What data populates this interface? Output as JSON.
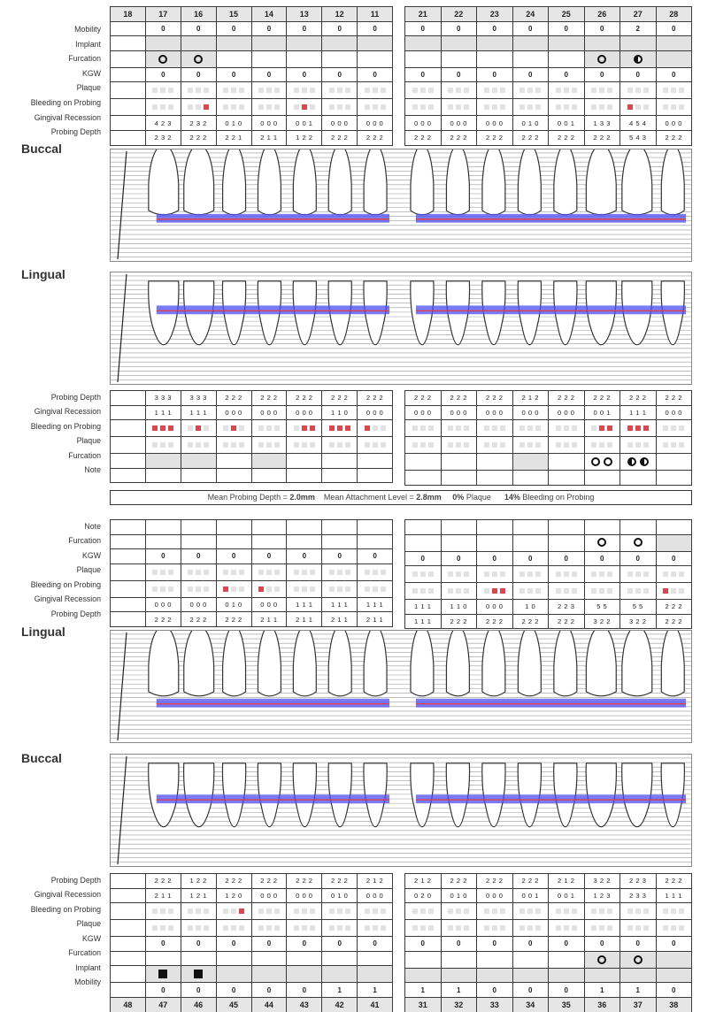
{
  "upper_labels": [
    "Mobility",
    "Implant",
    "Furcation",
    "KGW",
    "Plaque",
    "Bleeding on Probing",
    "Gingival Recession",
    "Probing Depth"
  ],
  "upper_teeth_left": [
    "18",
    "17",
    "16",
    "15",
    "14",
    "13",
    "12",
    "11"
  ],
  "upper_teeth_right": [
    "21",
    "22",
    "23",
    "24",
    "25",
    "26",
    "27",
    "28"
  ],
  "upper_mobility": [
    "",
    "0",
    "0",
    "0",
    "0",
    "0",
    "0",
    "0",
    "0",
    "0",
    "0",
    "0",
    "0",
    "0",
    "2",
    "0"
  ],
  "upper_kgw": [
    "",
    "0",
    "0",
    "0",
    "0",
    "0",
    "0",
    "0",
    "0",
    "0",
    "0",
    "0",
    "0",
    "0",
    "0",
    "0"
  ],
  "upper_buccal_gr": [
    "",
    "4 2 3",
    "2 3 2",
    "0 1 0",
    "0 0 0",
    "0 0 1",
    "0 0 0",
    "0 0 0",
    "0 0 0",
    "0 0 0",
    "0 0 0",
    "0 1 0",
    "0 0 1",
    "1 3 3",
    "4 5 4",
    "0 0 0"
  ],
  "upper_buccal_pd": [
    "",
    "2 3 2",
    "2 2 2",
    "2 2 1",
    "2 1 1",
    "1 2 2",
    "2 2 2",
    "2 2 2",
    "2 2 2",
    "2 2 2",
    "2 2 2",
    "2 2 2",
    "2 2 2",
    "2 2 2",
    "5 4 3",
    "2 2 2"
  ],
  "section_buccal": "Buccal",
  "section_lingual": "Lingual",
  "upper_lingual_labels": [
    "Probing Depth",
    "Gingival Recession",
    "Bleeding on Probing",
    "Plaque",
    "Furcation",
    "Note"
  ],
  "upper_lingual_pd": [
    "",
    "3 3 3",
    "3 3 3",
    "2 2 2",
    "2 2 2",
    "2 2 2",
    "2 2 2",
    "2 2 2",
    "2 2 2",
    "2 2 2",
    "2 2 2",
    "2 1 2",
    "2 2 2",
    "2 2 2",
    "2 2 2",
    "2 2 2"
  ],
  "upper_lingual_gr": [
    "",
    "1 1 1",
    "1 1 1",
    "0 0 0",
    "0 0 0",
    "0 0 0",
    "1 1 0",
    "0 0 0",
    "0 0 0",
    "0 0 0",
    "0 0 0",
    "0 0 0",
    "0 0 0",
    "0 0 1",
    "1 1 1",
    "0 0 0"
  ],
  "summary": {
    "mpd_label": "Mean Probing Depth = ",
    "mpd_value": "2.0mm",
    "mal_label": "Mean Attachment Level = ",
    "mal_value": "2.8mm",
    "plaque_value": "0%",
    "plaque_label": " Plaque",
    "bop_value": "14%",
    "bop_label": " Bleeding on Probing"
  },
  "lower_top_labels": [
    "Note",
    "Furcation",
    "KGW",
    "Plaque",
    "Bleeding on Probing",
    "Gingival Recession",
    "Probing Depth"
  ],
  "lower_kgw": [
    "",
    "0",
    "0",
    "0",
    "0",
    "0",
    "0",
    "0",
    "0",
    "0",
    "0",
    "0",
    "0",
    "0",
    "0",
    "0"
  ],
  "lower_lingual_gr": [
    "",
    "0 0 0",
    "0 0 0",
    "0 1 0",
    "0 0 0",
    "1 1 1",
    "1 1 1",
    "1 1 1",
    "1 1 1",
    "1 1 0",
    "0 0 0",
    "1 0",
    "2 2 3",
    "5 5",
    "5 5",
    "2 2 2"
  ],
  "lower_lingual_pd": [
    "",
    "2 2 2",
    "2 2 2",
    "2 2 2",
    "2 1 1",
    "2 1 1",
    "2 1 1",
    "2 1 1",
    "1 1 1",
    "2 2 2",
    "2 2 2",
    "2 2 2",
    "2 2 2",
    "3 2 2",
    "3 2 2",
    "2 2 2"
  ],
  "lower_bottom_labels": [
    "Probing Depth",
    "Gingival Recession",
    "Bleeding on Probing",
    "Plaque",
    "KGW",
    "Furcation",
    "Implant",
    "Mobility"
  ],
  "lower_buccal_pd": [
    "",
    "2 2 2",
    "1 2 2",
    "2 2 2",
    "2 2 2",
    "2 2 2",
    "2 2 2",
    "2 1 2",
    "2 1 2",
    "2 2 2",
    "2 2 2",
    "2 2 2",
    "2 1 2",
    "3 2 2",
    "2 2 3",
    "2 2 2"
  ],
  "lower_buccal_gr": [
    "",
    "2 1 1",
    "1 2 1",
    "1 2 0",
    "0 0 0",
    "0 0 0",
    "0 1 0",
    "0 0 0",
    "0 2 0",
    "0 1 0",
    "0 0 0",
    "0 0 1",
    "0 0 1",
    "1 2 3",
    "2 3 3",
    "1 1 1"
  ],
  "lower_kgw2": [
    "",
    "0",
    "0",
    "0",
    "0",
    "0",
    "0",
    "0",
    "0",
    "0",
    "0",
    "0",
    "0",
    "0",
    "0",
    "0"
  ],
  "lower_mobility": [
    "",
    "0",
    "0",
    "0",
    "0",
    "0",
    "1",
    "1",
    "1",
    "1",
    "0",
    "0",
    "0",
    "1",
    "1",
    "0"
  ],
  "lower_teeth_left": [
    "48",
    "47",
    "46",
    "45",
    "44",
    "43",
    "42",
    "41"
  ],
  "lower_teeth_right": [
    "31",
    "32",
    "33",
    "34",
    "35",
    "36",
    "37",
    "38"
  ]
}
